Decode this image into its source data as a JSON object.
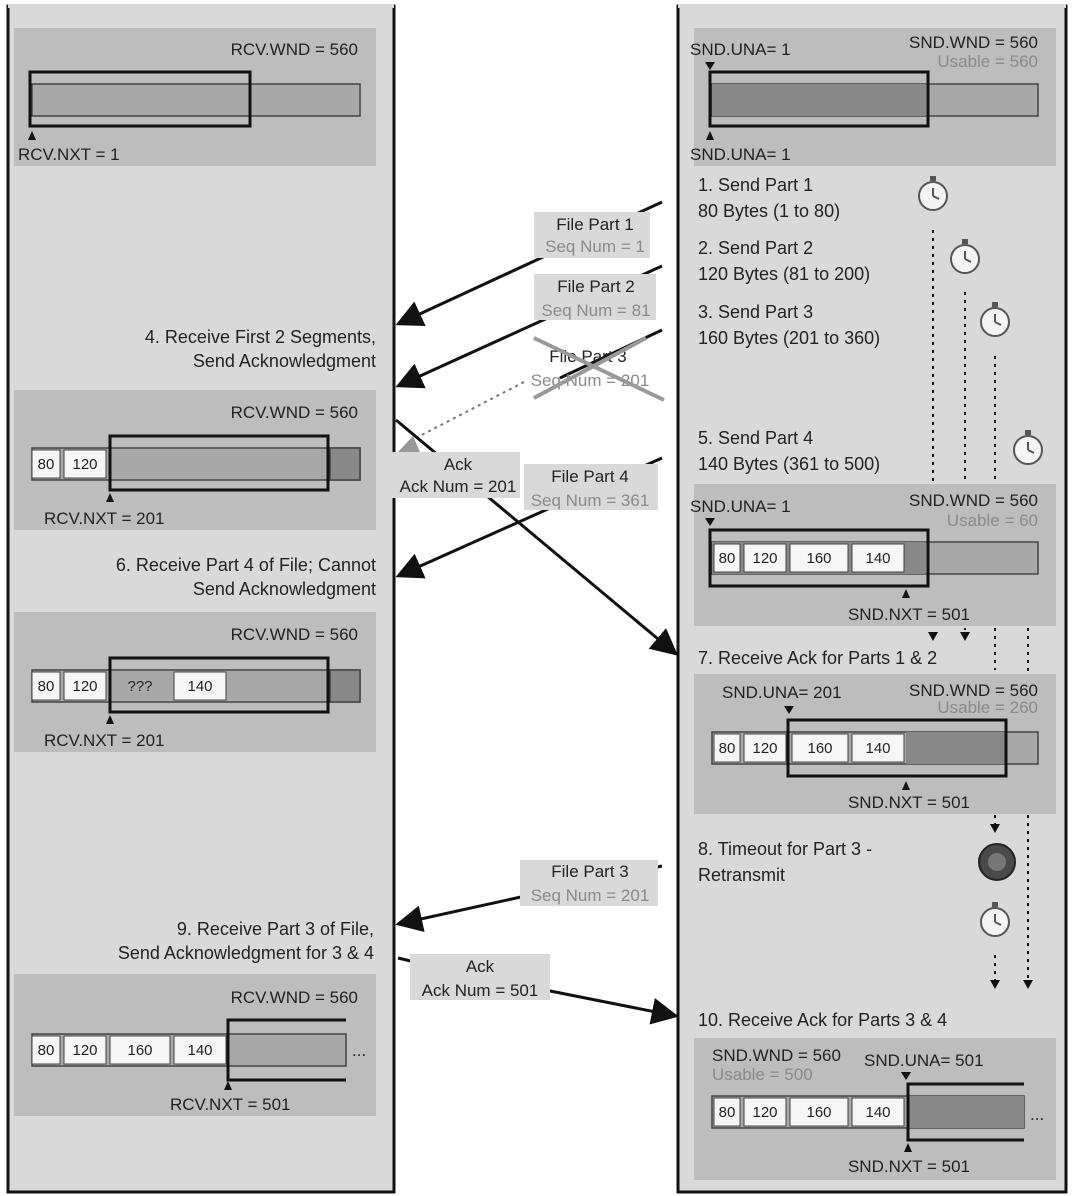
{
  "receiver": {
    "state1": {
      "rcv_wnd": "RCV.WND = 560",
      "rcv_nxt": "RCV.NXT = 1"
    },
    "step4": {
      "line1": "4. Receive First 2 Segments,",
      "line2": "Send Acknowledgment"
    },
    "state2": {
      "rcv_wnd": "RCV.WND = 560",
      "rcv_nxt": "RCV.NXT = 201",
      "segments": [
        "80",
        "120"
      ]
    },
    "step6": {
      "line1": "6. Receive Part 4 of File; Cannot",
      "line2": "Send Acknowledgment"
    },
    "state3": {
      "rcv_wnd": "RCV.WND = 560",
      "rcv_nxt": "RCV.NXT = 201",
      "segments": [
        "80",
        "120",
        "???",
        "140"
      ]
    },
    "step9": {
      "line1": "9. Receive Part 3 of File,",
      "line2": "Send Acknowledgment for 3 & 4"
    },
    "state4": {
      "rcv_wnd": "RCV.WND = 560",
      "rcv_nxt": "RCV.NXT = 501",
      "segments": [
        "80",
        "120",
        "160",
        "140"
      ],
      "ellipsis": "..."
    }
  },
  "sender": {
    "state1": {
      "snd_una_top": "SND.UNA= 1",
      "snd_wnd": "SND.WND = 560",
      "usable": "Usable = 560",
      "snd_una_bottom": "SND.UNA= 1"
    },
    "step1": {
      "line1": "1. Send Part 1",
      "line2": "80 Bytes (1 to 80)"
    },
    "step2": {
      "line1": "2. Send Part 2",
      "line2": "120 Bytes (81 to 200)"
    },
    "step3": {
      "line1": "3. Send Part 3",
      "line2": "160 Bytes (201 to 360)"
    },
    "step5": {
      "line1": "5. Send Part 4",
      "line2": "140 Bytes (361 to 500)"
    },
    "state2": {
      "snd_una": "SND.UNA= 1",
      "snd_wnd": "SND.WND = 560",
      "usable": "Usable = 60",
      "snd_nxt": "SND.NXT = 501",
      "segments": [
        "80",
        "120",
        "160",
        "140"
      ]
    },
    "step7": {
      "line1": "7. Receive Ack for Parts 1 & 2"
    },
    "state3": {
      "snd_una": "SND.UNA= 201",
      "snd_wnd": "SND.WND = 560",
      "usable": "Usable = 260",
      "snd_nxt": "SND.NXT = 501",
      "segments": [
        "80",
        "120",
        "160",
        "140"
      ]
    },
    "step8": {
      "line1": "8. Timeout for Part 3 -",
      "line2": "Retransmit"
    },
    "step10": {
      "line1": "10. Receive Ack for Parts 3 & 4"
    },
    "state4": {
      "snd_wnd": "SND.WND = 560",
      "usable": "Usable = 500",
      "snd_una": "SND.UNA= 501",
      "snd_nxt": "SND.NXT = 501",
      "segments": [
        "80",
        "120",
        "160",
        "140"
      ],
      "ellipsis": "..."
    }
  },
  "messages": {
    "part1": {
      "title": "File Part 1",
      "seq": "Seq Num = 1"
    },
    "part2": {
      "title": "File Part 2",
      "seq": "Seq Num = 81"
    },
    "part3_lost": {
      "title": "File Part 3",
      "seq": "Seq Num = 201"
    },
    "ack1": {
      "title": "Ack",
      "num": "Ack Num = 201"
    },
    "part4": {
      "title": "File Part 4",
      "seq": "Seq Num = 361"
    },
    "part3_retx": {
      "title": "File Part 3",
      "seq": "Seq Num = 201"
    },
    "ack2": {
      "title": "Ack",
      "num": "Ack Num = 501"
    }
  },
  "colors": {
    "panel": "#d9d9d9",
    "state_box": "#bdbdbd",
    "window_fill": "#a8a8a8",
    "sent_fill": "#888888",
    "line": "#111111"
  }
}
